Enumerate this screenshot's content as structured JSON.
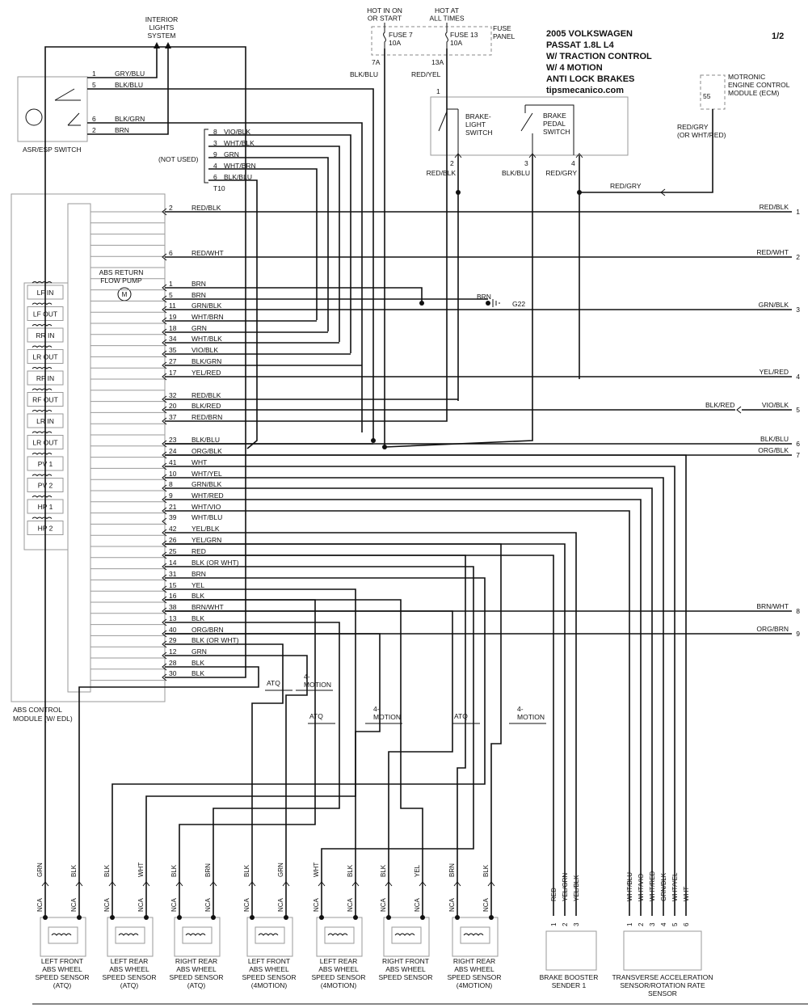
{
  "header": {
    "title_lines": [
      "2005  VOLKSWAGEN",
      "PASSAT  1.8L L4",
      "W/ TRACTION CONTROL",
      "W/ 4 MOTION",
      "ANTI LOCK BRAKES",
      "tipsmecanico.com"
    ],
    "page": "1/2"
  },
  "power": {
    "hot_run": [
      "HOT IN ON",
      "OR START"
    ],
    "hot_always": [
      "HOT AT",
      "ALL TIMES"
    ],
    "fuse_panel": [
      "FUSE",
      "PANEL"
    ],
    "fuse7": [
      "FUSE 7",
      "10A"
    ],
    "fuse13": [
      "FUSE 13",
      "10A"
    ],
    "fuse7_terminal": "7A",
    "fuse13_terminal": "13A",
    "fuse7_wire": "BLK/BLU",
    "fuse13_wire": "RED/YEL"
  },
  "interior_lights": [
    "INTERIOR",
    "LIGHTS",
    "SYSTEM"
  ],
  "asr_switch": {
    "label": "ASR/ESP SWITCH",
    "pins": [
      {
        "pin": "1",
        "color": "GRY/BLU"
      },
      {
        "pin": "5",
        "color": "BLK/BLU"
      },
      {
        "pin": "6",
        "color": "BLK/GRN"
      },
      {
        "pin": "2",
        "color": "BRN"
      }
    ]
  },
  "t10": {
    "not_used": "(NOT USED)",
    "label": "T10",
    "pins": [
      {
        "pin": "8",
        "color": "VIO/BLK"
      },
      {
        "pin": "3",
        "color": "WHT/BLK"
      },
      {
        "pin": "9",
        "color": "GRN"
      },
      {
        "pin": "4",
        "color": "WHT/BRN"
      },
      {
        "pin": "6",
        "color": "BLK/BLU"
      }
    ]
  },
  "brake_switches": {
    "light_switch": [
      "BRAKE-",
      "LIGHT",
      "SWITCH"
    ],
    "pedal_switch": [
      "BRAKE",
      "PEDAL",
      "SWITCH"
    ],
    "pin_in": "1",
    "pins": [
      {
        "pin": "2",
        "color": "RED/BLK"
      },
      {
        "pin": "3",
        "color": "BLK/BLU"
      },
      {
        "pin": "4",
        "color": "RED/GRY"
      }
    ]
  },
  "ecm": {
    "label": [
      "MOTRONIC",
      "ENGINE CONTROL",
      "MODULE (ECM)"
    ],
    "pin": "55",
    "wire": [
      "RED/GRY",
      "(OR WHT/RED)"
    ],
    "wire2": "RED/GRY"
  },
  "abs_module": {
    "label": [
      "ABS CONTROL",
      "MODULE (W/ EDL)"
    ],
    "pump": [
      "ABS RETURN",
      "FLOW PUMP"
    ],
    "motor": "M",
    "valves": [
      "LF IN",
      "LF OUT",
      "RR IN",
      "LR OUT",
      "RF IN",
      "RF OUT",
      "LR IN",
      "LR OUT",
      "PV 1",
      "PV 2",
      "HP 1",
      "HP 2"
    ],
    "pins": [
      {
        "pin": "2",
        "color": "RED/BLK"
      },
      {
        "pin": "6",
        "color": "RED/WHT"
      },
      {
        "pin": "1",
        "color": "BRN"
      },
      {
        "pin": "5",
        "color": "BRN"
      },
      {
        "pin": "11",
        "color": "GRN/BLK"
      },
      {
        "pin": "19",
        "color": "WHT/BRN"
      },
      {
        "pin": "18",
        "color": "GRN"
      },
      {
        "pin": "34",
        "color": "WHT/BLK"
      },
      {
        "pin": "35",
        "color": "VIO/BLK"
      },
      {
        "pin": "27",
        "color": "BLK/GRN"
      },
      {
        "pin": "17",
        "color": "YEL/RED"
      },
      {
        "pin": "32",
        "color": "RED/BLK"
      },
      {
        "pin": "20",
        "color": "BLK/RED"
      },
      {
        "pin": "37",
        "color": "RED/BRN"
      },
      {
        "pin": "23",
        "color": "BLK/BLU"
      },
      {
        "pin": "24",
        "color": "ORG/BLK"
      },
      {
        "pin": "41",
        "color": "WHT"
      },
      {
        "pin": "10",
        "color": "WHT/YEL"
      },
      {
        "pin": "8",
        "color": "GRN/BLK"
      },
      {
        "pin": "9",
        "color": "WHT/RED"
      },
      {
        "pin": "21",
        "color": "WHT/VIO"
      },
      {
        "pin": "39",
        "color": "WHT/BLU"
      },
      {
        "pin": "42",
        "color": "YEL/BLK"
      },
      {
        "pin": "26",
        "color": "YEL/GRN"
      },
      {
        "pin": "25",
        "color": "RED"
      },
      {
        "pin": "14",
        "color": "BLK (OR WHT)"
      },
      {
        "pin": "31",
        "color": "BRN"
      },
      {
        "pin": "15",
        "color": "YEL"
      },
      {
        "pin": "16",
        "color": "BLK"
      },
      {
        "pin": "38",
        "color": "BRN/WHT"
      },
      {
        "pin": "13",
        "color": "BLK"
      },
      {
        "pin": "40",
        "color": "ORG/BRN"
      },
      {
        "pin": "29",
        "color": "BLK (OR WHT)"
      },
      {
        "pin": "12",
        "color": "GRN"
      },
      {
        "pin": "28",
        "color": "BLK"
      },
      {
        "pin": "30",
        "color": "BLK"
      }
    ]
  },
  "ground": {
    "wire": "BRN",
    "label": "G22"
  },
  "right_refs": [
    {
      "color": "RED/BLK",
      "num": "1"
    },
    {
      "color": "RED/WHT",
      "num": "2"
    },
    {
      "color": "GRN/BLK",
      "num": "3"
    },
    {
      "color": "YEL/RED",
      "num": "4"
    },
    {
      "color": "VIO/BLK",
      "num": "5"
    },
    {
      "color": "BLK/BLU",
      "num": "6"
    },
    {
      "color": "ORG/BLK",
      "num": "7"
    },
    {
      "color": "BRN/WHT",
      "num": "8"
    },
    {
      "color": "ORG/BRN",
      "num": "9"
    }
  ],
  "blk_red_label": "BLK/RED",
  "options": {
    "atq": "ATQ",
    "four_motion": [
      "4-",
      "MOTION"
    ]
  },
  "sensors": [
    {
      "label": [
        "LEFT FRONT",
        "ABS WHEEL",
        "SPEED SENSOR",
        "(ATQ)"
      ],
      "wires": [
        "GRN",
        "BLK"
      ],
      "conn": [
        "NCA",
        "NCA"
      ]
    },
    {
      "label": [
        "LEFT REAR",
        "ABS WHEEL",
        "SPEED SENSOR",
        "(ATQ)"
      ],
      "wires": [
        "BLK",
        "WHT"
      ],
      "conn": [
        "NCA",
        "NCA"
      ]
    },
    {
      "label": [
        "RIGHT REAR",
        "ABS WHEEL",
        "SPEED SENSOR",
        "(ATQ)"
      ],
      "wires": [
        "BLK",
        "BRN"
      ],
      "conn": [
        "NCA",
        "NCA"
      ]
    },
    {
      "label": [
        "LEFT FRONT",
        "ABS WHEEL",
        "SPEED SENSOR",
        "(4MOTION)"
      ],
      "wires": [
        "BLK",
        "GRN"
      ],
      "conn": [
        "NCA",
        "NCA"
      ]
    },
    {
      "label": [
        "LEFT REAR",
        "ABS WHEEL",
        "SPEED SENSOR",
        "(4MOTION)"
      ],
      "wires": [
        "WHT",
        "BLK"
      ],
      "conn": [
        "NCA",
        "NCA"
      ]
    },
    {
      "label": [
        "RIGHT FRONT",
        "ABS WHEEL",
        "SPEED SENSOR"
      ],
      "wires": [
        "BLK",
        "YEL"
      ],
      "conn": [
        "NCA",
        "NCA"
      ]
    },
    {
      "label": [
        "RIGHT REAR",
        "ABS WHEEL",
        "SPEED SENSOR",
        "(4MOTION)"
      ],
      "wires": [
        "BRN",
        "BLK"
      ],
      "conn": [
        "NCA",
        "NCA"
      ]
    }
  ],
  "brake_booster": {
    "label": [
      "BRAKE BOOSTER",
      "SENDER 1"
    ],
    "pins": [
      {
        "pin": "1",
        "color": "RED"
      },
      {
        "pin": "2",
        "color": "YEL/GRN"
      },
      {
        "pin": "3",
        "color": "YEL/BLK"
      }
    ]
  },
  "transverse": {
    "label": [
      "TRANSVERSE ACCELERATION",
      "SENSOR/ROTATION RATE",
      "SENSOR"
    ],
    "pins": [
      {
        "pin": "1",
        "color": "WHT/BLU"
      },
      {
        "pin": "2",
        "color": "WHT/VIO"
      },
      {
        "pin": "3",
        "color": "WHT/RED"
      },
      {
        "pin": "4",
        "color": "GRN/BLK"
      },
      {
        "pin": "5",
        "color": "WHT/YEL"
      },
      {
        "pin": "6",
        "color": "WHT"
      }
    ]
  }
}
